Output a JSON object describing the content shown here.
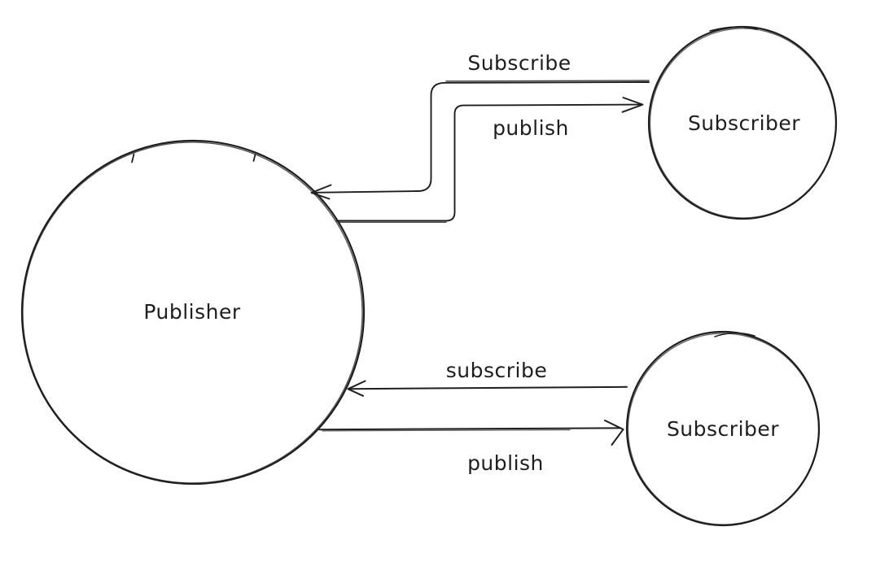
{
  "diagram": {
    "title": "publisher-subscriber-diagram",
    "background_color": "#ffffff",
    "stroke_color": "#1e1e1e",
    "text_color": "#1e1e1e",
    "nodes": [
      {
        "id": "publisher",
        "shape": "circle",
        "label": "Publisher"
      },
      {
        "id": "subscriber-top",
        "shape": "circle",
        "label": "Subscriber"
      },
      {
        "id": "subscriber-bottom",
        "shape": "circle",
        "label": "Subscriber"
      }
    ],
    "edges": [
      {
        "id": "subscribe-top",
        "label": "Subscribe",
        "from": "subscriber-top",
        "to": "publisher",
        "style": "elbow-arrow"
      },
      {
        "id": "publish-top",
        "label": "publish",
        "from": "publisher",
        "to": "subscriber-top",
        "style": "elbow-arrow"
      },
      {
        "id": "subscribe-bottom",
        "label": "subscribe",
        "from": "subscriber-bottom",
        "to": "publisher",
        "style": "straight-arrow"
      },
      {
        "id": "publish-bottom",
        "label": "publish",
        "from": "publisher",
        "to": "subscriber-bottom",
        "style": "straight-arrow"
      }
    ]
  }
}
